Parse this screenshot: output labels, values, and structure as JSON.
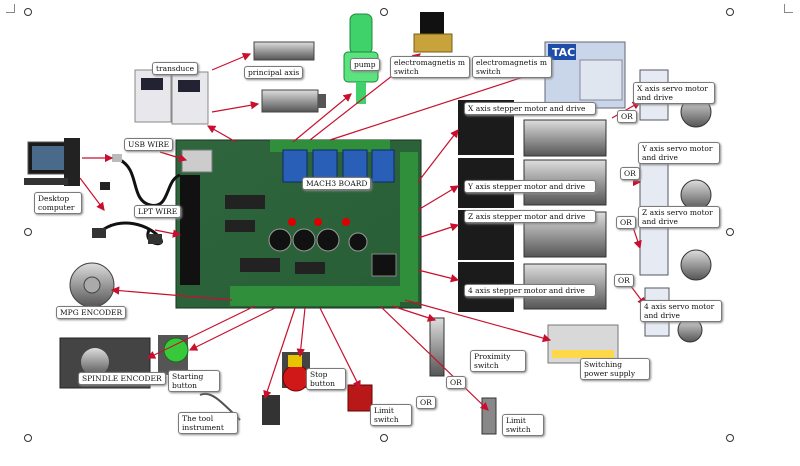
{
  "labels": {
    "transduce": "transduce",
    "principal_axis": "principal axis",
    "pump": "pump",
    "electromagnetism_switch_1": "electromagnetis m switch",
    "electromagnetism_switch_2": "electromagnetis m switch",
    "usb_wire": "USB WIRE",
    "desktop_computer": "Desktop computer",
    "lpt_wire": "LPT WIRE",
    "mach3_board": "MACH3 BOARD",
    "x_stepper": "X axis stepper motor and drive",
    "y_stepper": "Y axis stepper motor and drive",
    "z_stepper": "Z axis stepper motor and drive",
    "a4_stepper": "4 axis stepper motor and drive",
    "x_servo": "X axis servo motor and drive",
    "y_servo": "Y axis servo motor and drive",
    "z_servo": "Z axis servo motor and drive",
    "a4_servo": "4 axis servo motor and drive",
    "or_x": "OR",
    "or_y": "OR",
    "or_z": "OR",
    "or_4": "OR",
    "or_limit": "OR",
    "or_prox": "OR",
    "mpg_encoder": "MPG ENCODER",
    "spindle_encoder": "SPINDLE ENCODER",
    "starting_button": "Starting button",
    "stop_button": "Stop button",
    "tool_instrument": "The tool instrument",
    "limit_switch_1": "Limit switch",
    "limit_switch_2": "Limit switch",
    "proximity_switch": "Proximity switch",
    "switching_power_supply": "Switching power supply",
    "tac_logo": "TAC"
  },
  "colors": {
    "arrow": "#c8102e",
    "board": "#1f5a2e",
    "relay_blue": "#2a5fb8",
    "terminal_green": "#2f8f3a"
  }
}
